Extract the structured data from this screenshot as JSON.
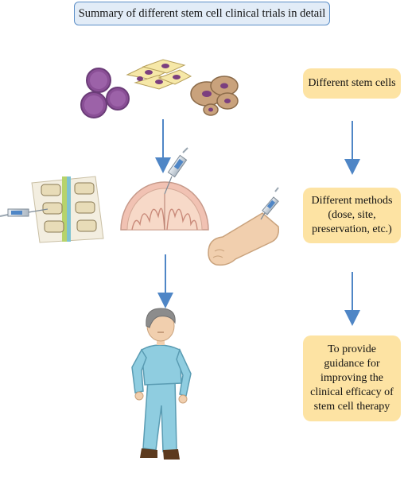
{
  "title": "Summary of different stem cell clinical trials in detail",
  "steps": [
    {
      "label": "Different stem cells"
    },
    {
      "label": "Different methods (dose, site, preservation, etc.)"
    },
    {
      "label": "To provide guidance for improving the clinical efficacy of stem cell therapy"
    }
  ],
  "colors": {
    "title_fill": "#e2ecf7",
    "title_border": "#5b8ec7",
    "step_fill": "#fde3a3",
    "arrow": "#4f86c6"
  },
  "illustrations": [
    "stem-cells",
    "spinal-injection",
    "brain-injection",
    "arm-injection",
    "patient"
  ]
}
